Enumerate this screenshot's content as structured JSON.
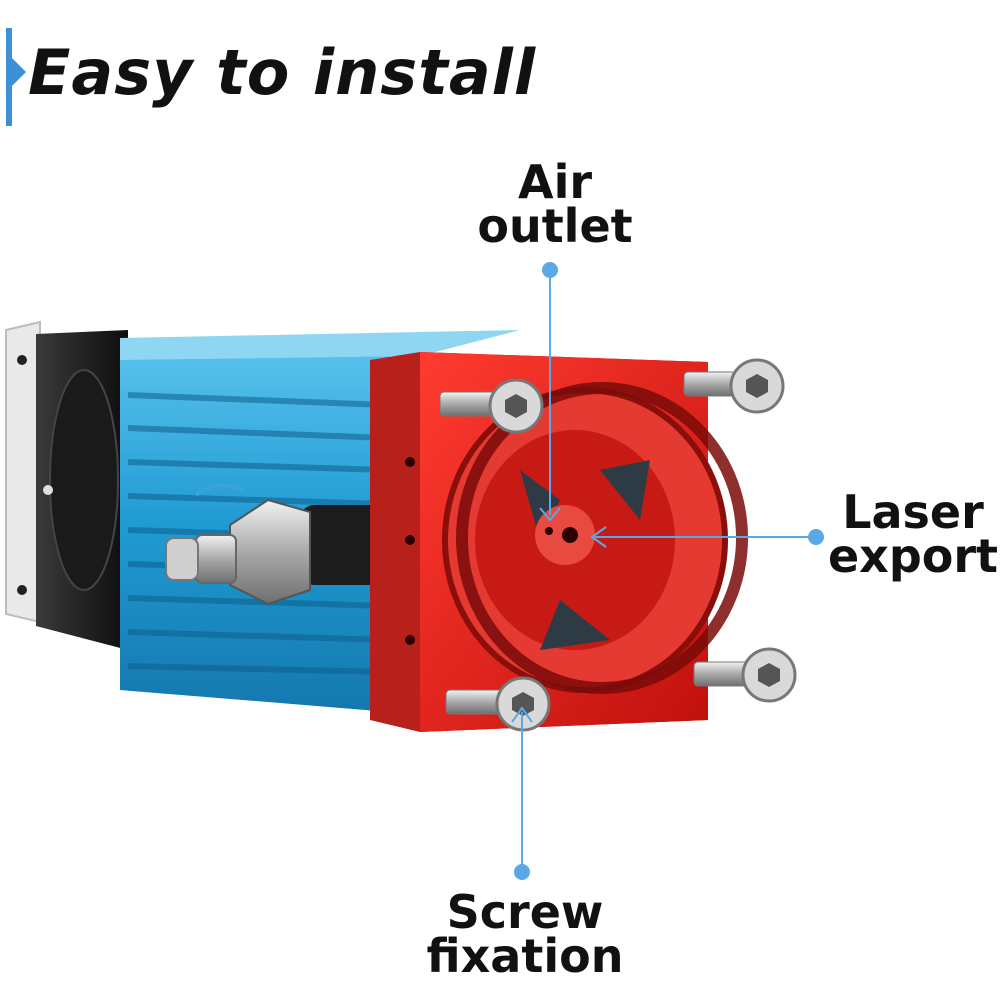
{
  "header": {
    "title": "Easy to install"
  },
  "callouts": {
    "air_outlet": {
      "line1": "Air",
      "line2": "outlet"
    },
    "laser_export": {
      "line1": "Laser",
      "line2": "export"
    },
    "screw_fixation": {
      "line1": "Screw",
      "line2": "fixation"
    }
  },
  "colors": {
    "accent": "#3d8fd6",
    "heatsink": "#29a6d9",
    "front_plate": "#e4201f",
    "pointer": "#5aa9e6"
  }
}
